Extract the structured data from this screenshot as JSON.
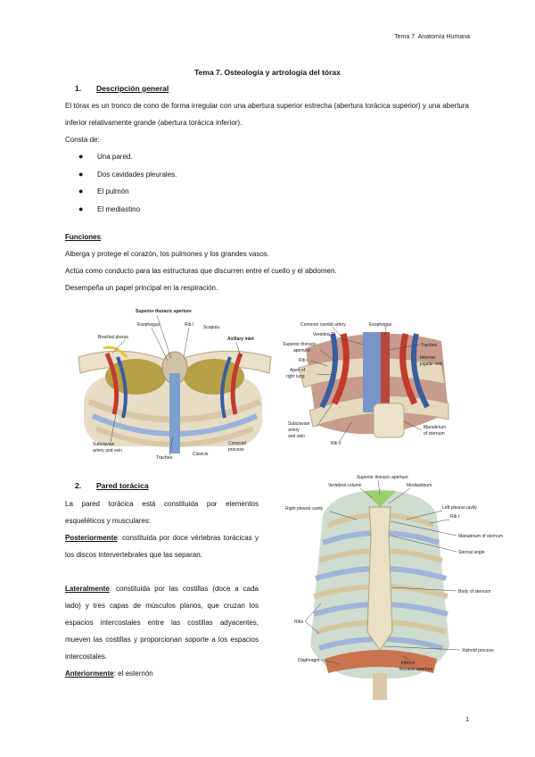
{
  "header": "Tema 7. Anatomía Humana",
  "title": "Tema 7. Osteología y artrología del tórax",
  "section1": {
    "number": "1.",
    "label": "Descripción general"
  },
  "intro_text": "El tórax es un tronco de cono de forma irregular con una abertura superior estrecha (abertura torácica superior) y una abertura inferior relativamente grande (abertura torácica inferior).",
  "consta_label": "Consta de:",
  "bullets": [
    "Una pared.",
    "Dos cavidades pleurales.",
    "El pulmón",
    "El mediastino"
  ],
  "funciones_label": "Funciones",
  "funciones_colon": ":",
  "funciones": [
    "Alberga y protege el corazón, los pulmones y los grandes vasos.",
    "Actúa como conducto para las estructuras que discurren entre el cuello y el abdomen.",
    "Desempeña un papel principal en la respiración."
  ],
  "figure1_labels": {
    "superior_aperture": "Superior thoracic aperture",
    "esophagus": "Esophagus",
    "rib1": "Rib I",
    "scapula": "Scapula",
    "brachial_plexus": "Brachial plexus",
    "axillary_inlet": "Axillary inlet",
    "subclavian_1": "Subclavian",
    "subclavian_2": "artery and vein",
    "trachea": "Trachea",
    "clavicle": "Clavicle",
    "coracoid_1": "Coracoid",
    "coracoid_2": "process"
  },
  "figure2_labels": {
    "common_carotid": "Common carotid artery",
    "esophagus": "Esophagus",
    "vertebra": "Vertebra TI",
    "sup_aperture_1": "Superior thoracic",
    "sup_aperture_2": "aperture",
    "trachea": "Trachea",
    "rib1": "Rib I",
    "apex_1": "Apex of",
    "apex_2": "right lung",
    "internal_jugular_1": "Internal",
    "internal_jugular_2": "jugular vein",
    "subclavian_1": "Subclavian",
    "subclavian_2": "artery",
    "subclavian_3": "and vein",
    "manubrium_1": "Manubrium",
    "manubrium_2": "of sternum",
    "rib2": "Rib II"
  },
  "section2": {
    "number": "2.",
    "label": "Pared torácica"
  },
  "pared_intro": "La pared torácica está constituida por elementos esqueléticos y musculares:",
  "posterior_label": "Posteriormente",
  "posterior_text": ": constituida por doce vértebras torácicas y los discos intervertebrales que las separan.",
  "lateral_label": "Lateralmente",
  "lateral_text": ": constituida por las costillas (doce a cada lado) y tres capas de músculos planos, que cruzan los espacios intercostales entre las costillas adyacentes, mueven las costillas y proporcionan soporte a los espacios intercostales.",
  "anterior_label": "Anteriormente",
  "anterior_text": ": el esternón",
  "figure3_labels": {
    "sup_aperture": "Superior thoracic aperture",
    "vertebral_column": "Vertebral column",
    "mediastinum": "Mediastinum",
    "right_pleural": "Right pleural cavity",
    "left_pleural": "Left pleural cavity",
    "rib1": "Rib I",
    "manubrium": "Manubrium of sternum",
    "sternal_angle": "Sternal angle",
    "body_sternum": "Body of sternum",
    "ribs": "Ribs",
    "xiphoid": "Xiphoid process",
    "diaphragm": "Diaphragm",
    "inf_aperture_1": "Inferior",
    "inf_aperture_2": "thoracic aperture"
  },
  "page_number": "1"
}
